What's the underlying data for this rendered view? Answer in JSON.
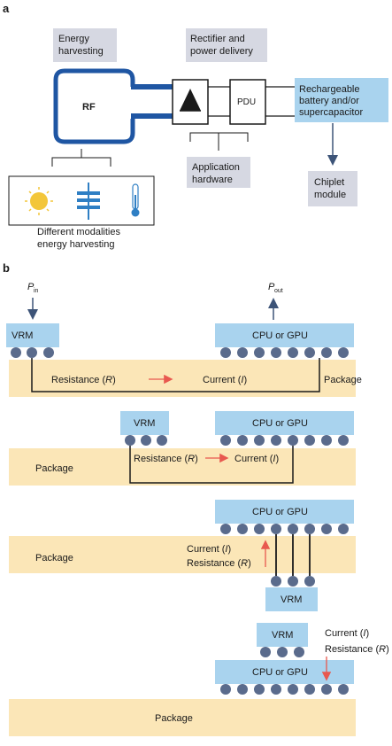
{
  "panel_a": {
    "label": "a",
    "energy_harvesting": [
      "Energy",
      "harvesting"
    ],
    "rectifier": [
      "Rectifier and",
      "power delivery"
    ],
    "rf": "RF",
    "pdu": "PDU",
    "storage": [
      "Rechargeable",
      "battery and/or",
      "supercapacitor"
    ],
    "application": [
      "Application",
      "hardware"
    ],
    "chiplet": [
      "Chiplet",
      "module"
    ],
    "modalities": [
      "Different modalities",
      "energy harvesting"
    ],
    "modality_icons": [
      "sun-icon",
      "capacitor-icon",
      "thermometer-icon"
    ]
  },
  "panel_b": {
    "label": "b",
    "p_in": "P",
    "p_in_sub": "in",
    "p_out": "P",
    "p_out_sub": "out",
    "vrm": "VRM",
    "cpu": "CPU or GPU",
    "package": "Package",
    "resistance": "Resistance (",
    "resistance_sym": "R",
    "current": "Current (",
    "current_sym": "I",
    "close": ")"
  },
  "colors": {
    "box_gray": "#d6d8e2",
    "box_blue": "#a9d3ee",
    "package": "#fbe6b7",
    "bump": "#5a6b8c",
    "navy": "#1f3f7a",
    "arrow_red": "#e8584f"
  }
}
